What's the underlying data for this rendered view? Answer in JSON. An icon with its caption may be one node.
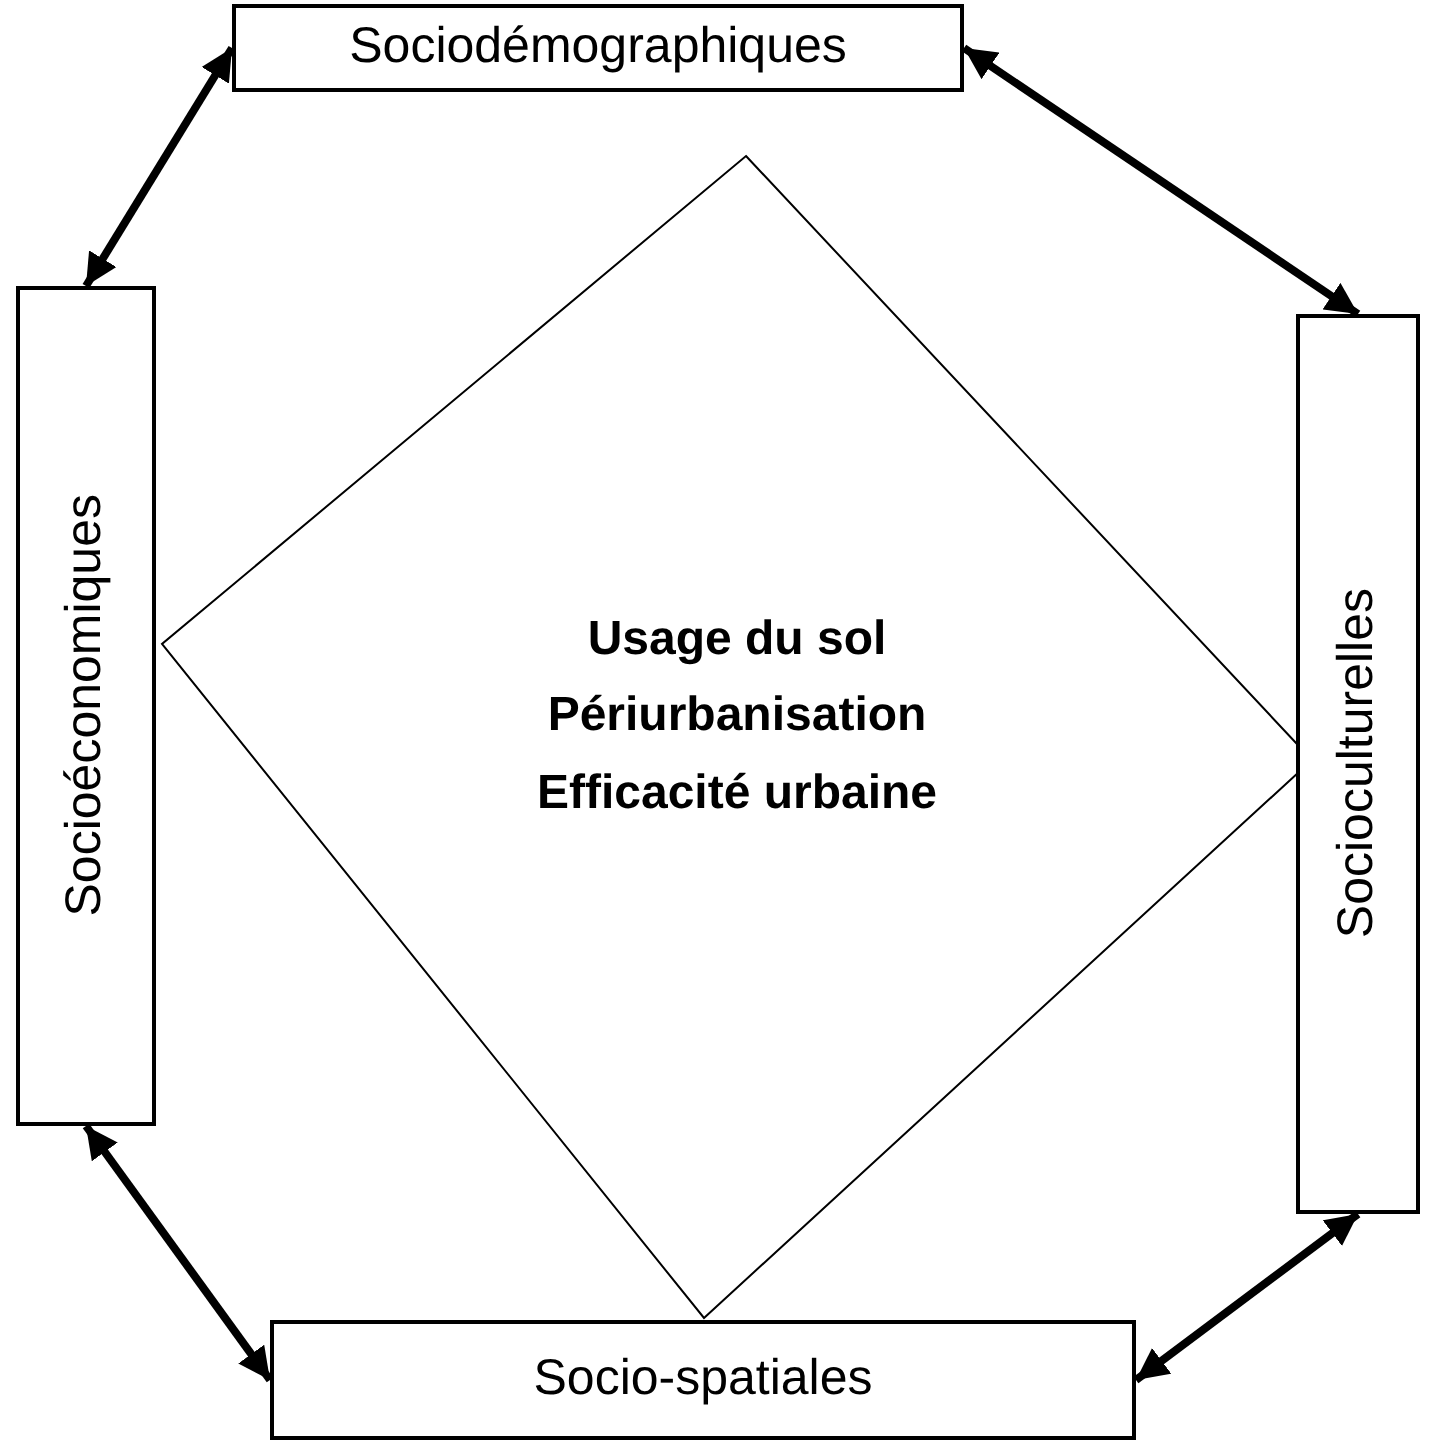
{
  "diagram": {
    "nodes": [
      {
        "text": [
          "Sociodémographiques"
        ]
      },
      {
        "text": [
          "Socioéconomiques"
        ]
      },
      {
        "text": [
          "Usage du sol",
          "Périurbanisation",
          "Efficacité urbaine"
        ]
      },
      {
        "text": [
          "Socioculturelles"
        ]
      },
      {
        "text": [
          "Socio-spatiales"
        ]
      }
    ],
    "edges": [
      {
        "from": 0,
        "to": 1,
        "arrow": "both"
      },
      {
        "from": 0,
        "to": 3,
        "arrow": "both"
      },
      {
        "from": 1,
        "to": 4,
        "arrow": "both"
      },
      {
        "from": 3,
        "to": 4,
        "arrow": "both"
      }
    ]
  }
}
